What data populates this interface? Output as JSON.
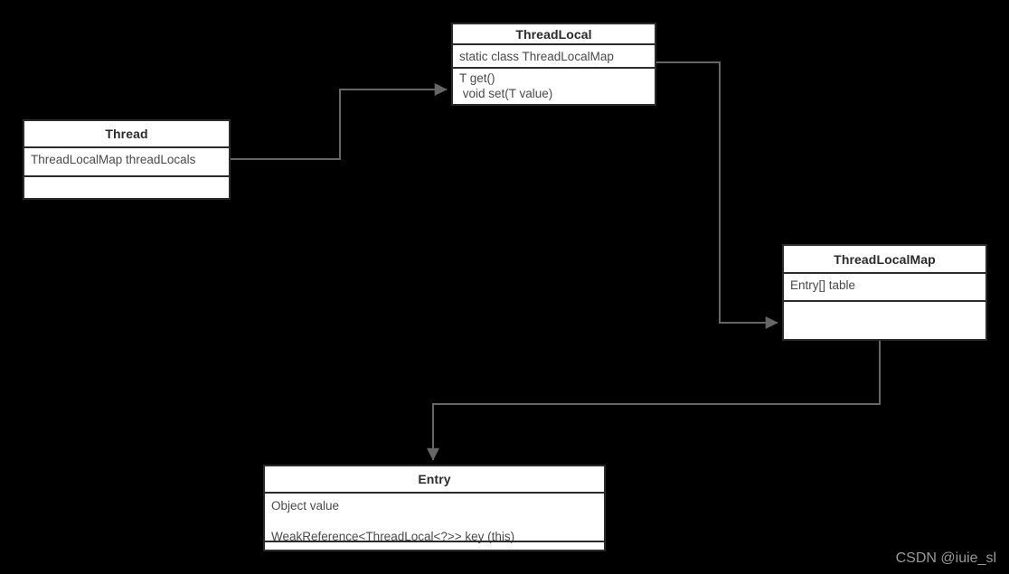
{
  "diagram": {
    "title": "ThreadLocal class relationship diagram",
    "background_color": "#000000",
    "box_fill_color": "#ffffff",
    "box_border_color": "#2b2b2b",
    "connector_color": "#666666",
    "text_color": "#4a4a4a",
    "classes": {
      "thread": {
        "name": "Thread",
        "fields": "ThreadLocalMap threadLocals",
        "methods": ""
      },
      "threadlocal": {
        "name": "ThreadLocal",
        "fields": "static class ThreadLocalMap",
        "methods": "T get()\n void set(T value)"
      },
      "threadlocalmap": {
        "name": "ThreadLocalMap",
        "fields": "Entry[] table",
        "methods": ""
      },
      "entry": {
        "name": "Entry",
        "fields": "Object value\n\nWeakReference<ThreadLocal<?>> key (this)",
        "methods": ""
      }
    },
    "connectors": [
      {
        "name": "thread-to-threadlocal",
        "from": "Thread",
        "to": "ThreadLocal"
      },
      {
        "name": "threadlocal-to-threadlocalmap",
        "from": "ThreadLocal",
        "to": "ThreadLocalMap"
      },
      {
        "name": "threadlocalmap-to-entry",
        "from": "ThreadLocalMap",
        "to": "Entry"
      }
    ]
  },
  "watermark": {
    "text": "CSDN @iuie_sl"
  }
}
